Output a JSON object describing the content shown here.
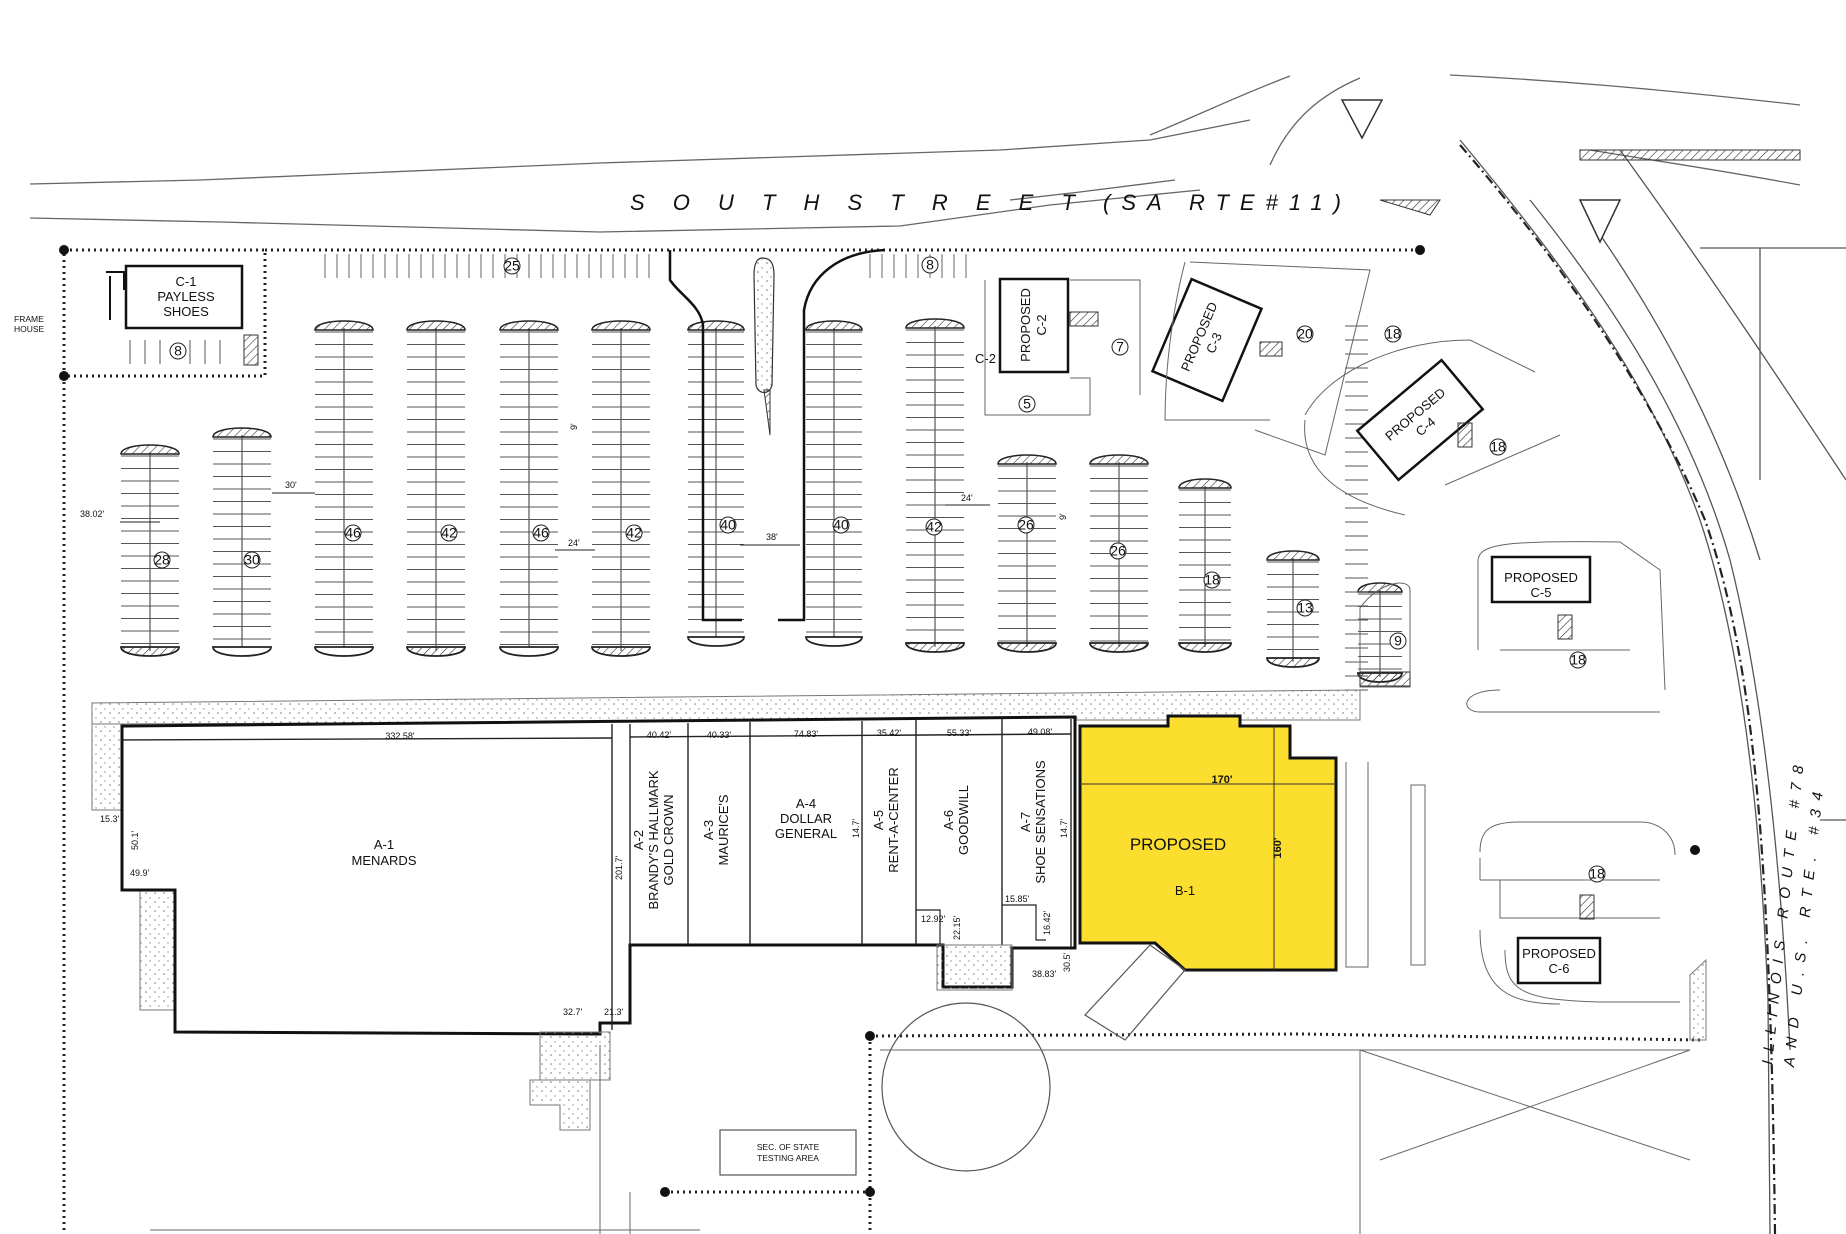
{
  "roads": {
    "south_street": "S O U T H   S T R E E T (SA RTE#11)",
    "illinois_route_line1": "ILLINOIS ROUTE #78",
    "illinois_route_line2": "AND U.S. RTE. #34"
  },
  "outlots": {
    "c1": {
      "line1": "C-1",
      "line2": "PAYLESS",
      "line3": "SHOES"
    },
    "c2": {
      "line1": "PROPOSED",
      "line2": "C-2",
      "side": "C-2"
    },
    "c3": {
      "line1": "PROPOSED",
      "line2": "C-3"
    },
    "c4": {
      "line1": "PROPOSED",
      "line2": "C-4"
    },
    "c5": {
      "line1": "PROPOSED",
      "line2": "C-5"
    },
    "c6": {
      "line1": "PROPOSED",
      "line2": "C-6"
    },
    "frame_house": {
      "line1": "FRAME",
      "line2": "HOUSE"
    }
  },
  "tenants": {
    "a1": {
      "id": "A-1",
      "name": "MENARDS",
      "width": "332.58'"
    },
    "a2": {
      "id": "A-2",
      "name1": "BRANDY'S HALLMARK",
      "name2": "GOLD CROWN",
      "width": "40.42'"
    },
    "a3": {
      "id": "A-3",
      "name": "MAURICE'S",
      "width": "40.33'"
    },
    "a4": {
      "id": "A-4",
      "name1": "DOLLAR",
      "name2": "GENERAL",
      "width": "74.83'"
    },
    "a5": {
      "id": "A-5",
      "name": "RENT-A-CENTER",
      "width": "35.42'"
    },
    "a6": {
      "id": "A-6",
      "name": "GOODWILL",
      "width": "55.33'"
    },
    "a7": {
      "id": "A-7",
      "name": "SHOE SENSATIONS",
      "width": "49.08'"
    },
    "b1": {
      "line1": "PROPOSED",
      "line2": "B-1",
      "width": "170'",
      "depth": "160'",
      "fill": "#fcdf2e"
    }
  },
  "dimensions": {
    "d_15_3": "15.3'",
    "d_50_1": "50.1'",
    "d_49_9": "49.9'",
    "d_201_7": "201.7'",
    "d_32_7": "32.7'",
    "d_21_3": "21.3'",
    "d_14_7a": "14.7'",
    "d_14_7b": "14.7'",
    "d_12_92": "12.92'",
    "d_22_15": "22.15'",
    "d_15_85": "15.85'",
    "d_16_42": "16.42'",
    "d_38_83": "38.83'",
    "d_30_5": "30.5'",
    "d_38_02": "38.02'",
    "d_30": "30'",
    "d_24a": "24'",
    "d_38": "38'",
    "d_24b": "24'",
    "d_9a": "9'",
    "d_9b": "9'"
  },
  "parking_counts": [
    "28",
    "30",
    "46",
    "42",
    "46",
    "42",
    "40",
    "40",
    "42",
    "26",
    "26",
    "18",
    "13",
    "9",
    "25",
    "8",
    "8",
    "5",
    "7",
    "20",
    "18",
    "18",
    "18",
    "18"
  ],
  "sec_of_state": {
    "line1": "SEC. OF STATE",
    "line2": "TESTING AREA"
  }
}
